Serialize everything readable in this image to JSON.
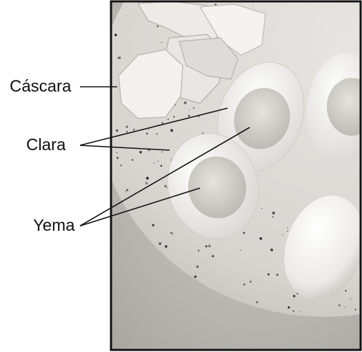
{
  "labels": {
    "cascara": "Cáscara",
    "clara": "Clara",
    "yema": "Yema"
  },
  "colors": {
    "border": "#111111",
    "leader_lines": "#111111",
    "plate": "#d9d8d3",
    "background": "#bdbcb7",
    "egg_white": "#f1f1ee",
    "yolk": "#c9c7c0",
    "speckles": "#2a2a2a"
  }
}
